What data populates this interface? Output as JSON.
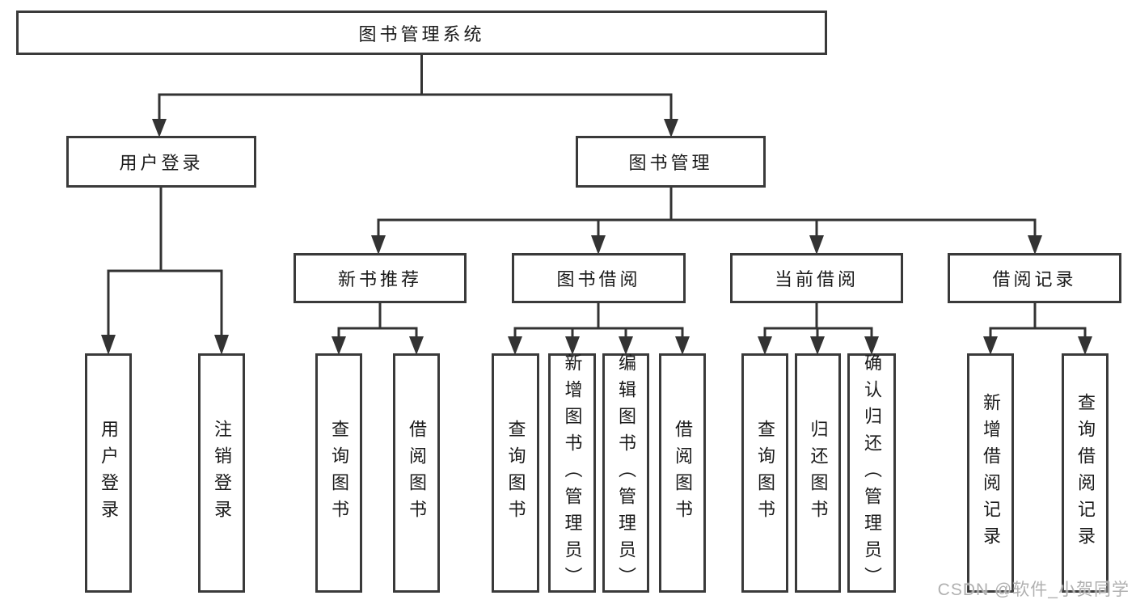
{
  "diagram": {
    "title": "图书管理系统",
    "level2": [
      {
        "label": "用户登录"
      },
      {
        "label": "图书管理"
      }
    ],
    "level3": [
      {
        "label": "新书推荐"
      },
      {
        "label": "图书借阅"
      },
      {
        "label": "当前借阅"
      },
      {
        "label": "借阅记录"
      }
    ],
    "leaves": {
      "login": [
        "用户登录",
        "注销登录"
      ],
      "recommend": [
        "查询图书",
        "借阅图书"
      ],
      "borrow": [
        "查询图书",
        "新增图书（管理员）",
        "编辑图书（管理员）",
        "借阅图书"
      ],
      "current": [
        "查询图书",
        "归还图书",
        "确认归还（管理员）"
      ],
      "records": [
        "新增借阅记录",
        "查询借阅记录"
      ]
    }
  },
  "watermark": {
    "text": "CSDN @软件_小贺同学"
  },
  "colors": {
    "background": "#ffffff",
    "line": "#333333",
    "border": "#3a3a3a",
    "text": "#1a1a1a",
    "watermark": "#b0b0b0"
  }
}
